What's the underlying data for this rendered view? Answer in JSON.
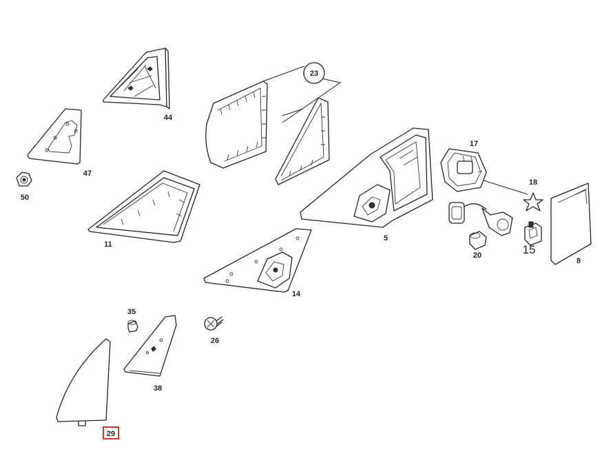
{
  "diagram": {
    "callouts": [
      {
        "id": "c23",
        "text": "23"
      },
      {
        "id": "c44",
        "text": "44"
      },
      {
        "id": "c47",
        "text": "47"
      },
      {
        "id": "c50",
        "text": "50"
      },
      {
        "id": "c11",
        "text": "11"
      },
      {
        "id": "c5",
        "text": "5"
      },
      {
        "id": "c17",
        "text": "17"
      },
      {
        "id": "c18",
        "text": "18"
      },
      {
        "id": "c20",
        "text": "20"
      },
      {
        "id": "c15",
        "text": "15"
      },
      {
        "id": "c8",
        "text": "8"
      },
      {
        "id": "c14",
        "text": "14"
      },
      {
        "id": "c35",
        "text": "35"
      },
      {
        "id": "c26",
        "text": "26"
      },
      {
        "id": "c38",
        "text": "38"
      },
      {
        "id": "c29",
        "text": "29"
      }
    ],
    "highlight_color": "#e03020"
  }
}
